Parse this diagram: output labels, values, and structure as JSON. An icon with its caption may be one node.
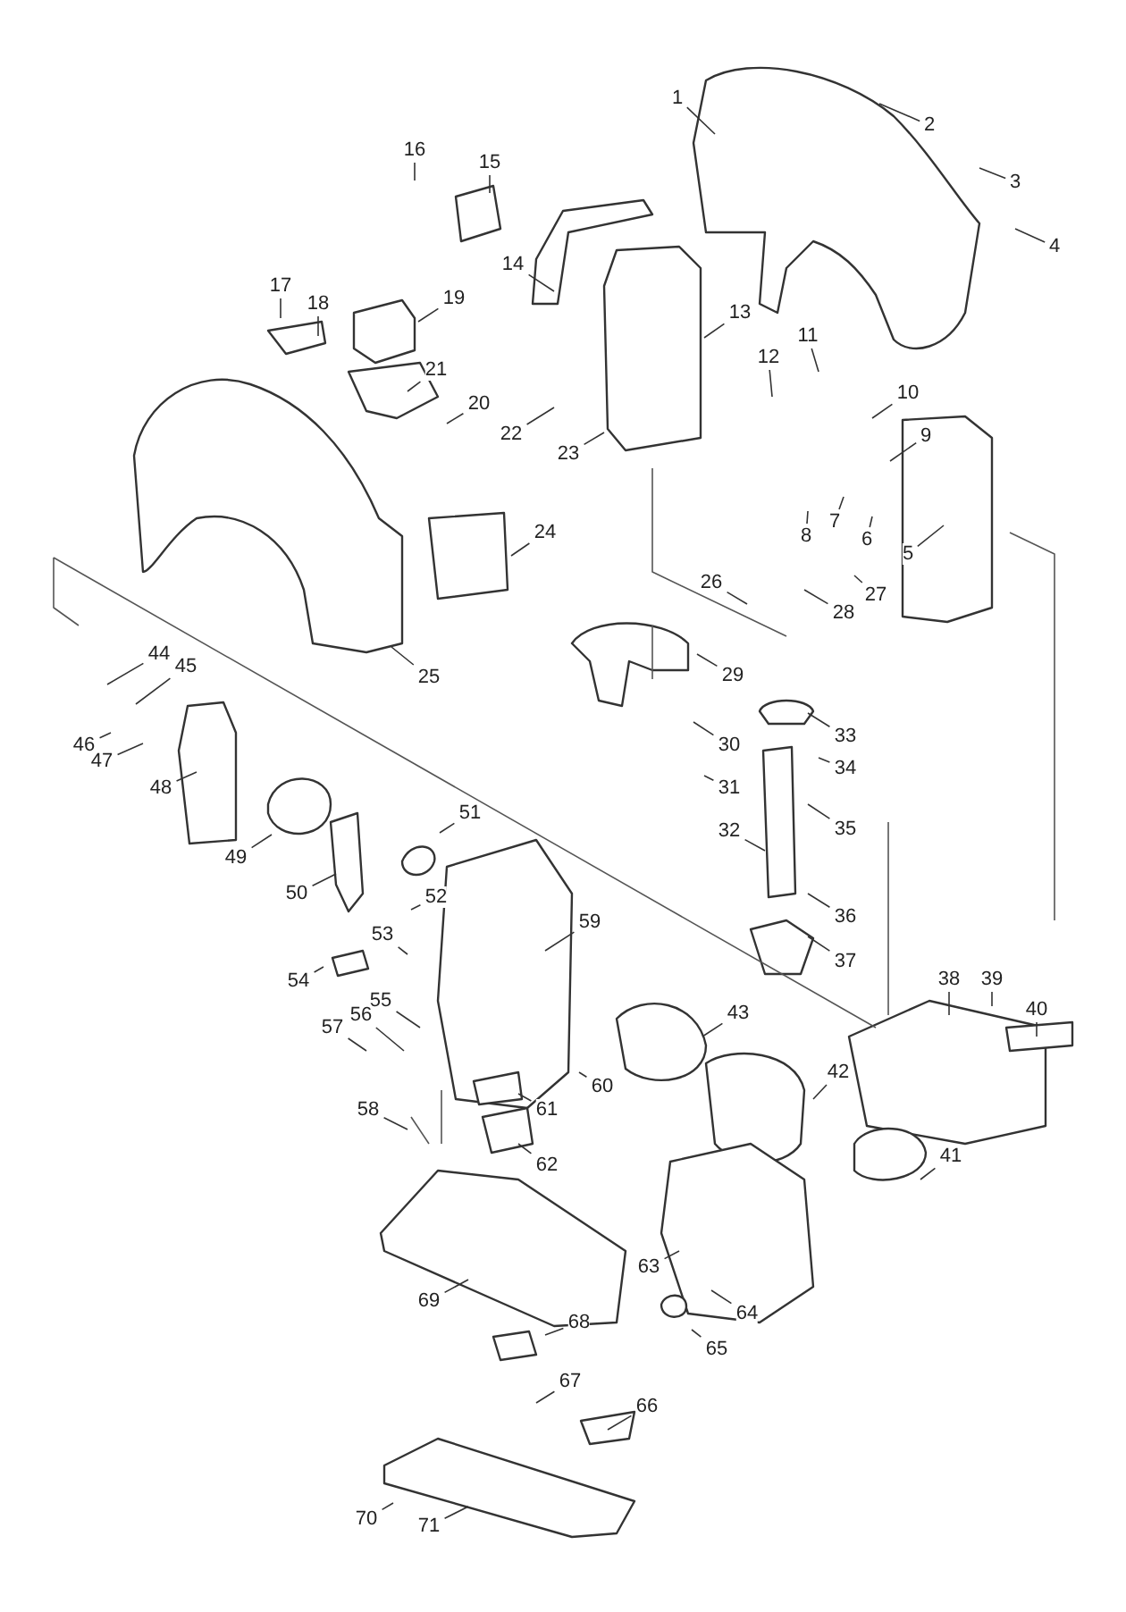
{
  "diagram": {
    "nodes": [
      {
        "text": [
          "1"
        ]
      },
      {
        "text": [
          "2"
        ]
      },
      {
        "text": [
          "3"
        ]
      },
      {
        "text": [
          "4"
        ]
      },
      {
        "text": [
          "5"
        ]
      },
      {
        "text": [
          "6"
        ]
      },
      {
        "text": [
          "7"
        ]
      },
      {
        "text": [
          "8"
        ]
      },
      {
        "text": [
          "9"
        ]
      },
      {
        "text": [
          "10"
        ]
      },
      {
        "text": [
          "11"
        ]
      },
      {
        "text": [
          "12"
        ]
      },
      {
        "text": [
          "13"
        ]
      },
      {
        "text": [
          "14"
        ]
      },
      {
        "text": [
          "15"
        ]
      },
      {
        "text": [
          "16"
        ]
      },
      {
        "text": [
          "17"
        ]
      },
      {
        "text": [
          "18"
        ]
      },
      {
        "text": [
          "19"
        ]
      },
      {
        "text": [
          "20"
        ]
      },
      {
        "text": [
          "21"
        ]
      },
      {
        "text": [
          "22"
        ]
      },
      {
        "text": [
          "23"
        ]
      },
      {
        "text": [
          "24"
        ]
      },
      {
        "text": [
          "25"
        ]
      },
      {
        "text": [
          "26"
        ]
      },
      {
        "text": [
          "27"
        ]
      },
      {
        "text": [
          "28"
        ]
      },
      {
        "text": [
          "29"
        ]
      },
      {
        "text": [
          "30"
        ]
      },
      {
        "text": [
          "31"
        ]
      },
      {
        "text": [
          "32"
        ]
      },
      {
        "text": [
          "33"
        ]
      },
      {
        "text": [
          "34"
        ]
      },
      {
        "text": [
          "35"
        ]
      },
      {
        "text": [
          "36"
        ]
      },
      {
        "text": [
          "37"
        ]
      },
      {
        "text": [
          "38"
        ]
      },
      {
        "text": [
          "39"
        ]
      },
      {
        "text": [
          "40"
        ]
      },
      {
        "text": [
          "41"
        ]
      },
      {
        "text": [
          "42"
        ]
      },
      {
        "text": [
          "43"
        ]
      },
      {
        "text": [
          "44"
        ]
      },
      {
        "text": [
          "45"
        ]
      },
      {
        "text": [
          "46"
        ]
      },
      {
        "text": [
          "47"
        ]
      },
      {
        "text": [
          "48"
        ]
      },
      {
        "text": [
          "49"
        ]
      },
      {
        "text": [
          "50"
        ]
      },
      {
        "text": [
          "51"
        ]
      },
      {
        "text": [
          "52"
        ]
      },
      {
        "text": [
          "53"
        ]
      },
      {
        "text": [
          "54"
        ]
      },
      {
        "text": [
          "55"
        ]
      },
      {
        "text": [
          "56"
        ]
      },
      {
        "text": [
          "57"
        ]
      },
      {
        "text": [
          "58"
        ]
      },
      {
        "text": [
          "59"
        ]
      },
      {
        "text": [
          "60"
        ]
      },
      {
        "text": [
          "61"
        ]
      },
      {
        "text": [
          "62"
        ]
      },
      {
        "text": [
          "63"
        ]
      },
      {
        "text": [
          "64"
        ]
      },
      {
        "text": [
          "65"
        ]
      },
      {
        "text": [
          "66"
        ]
      },
      {
        "text": [
          "67"
        ]
      },
      {
        "text": [
          "68"
        ]
      },
      {
        "text": [
          "69"
        ]
      },
      {
        "text": [
          "70"
        ]
      },
      {
        "text": [
          "71"
        ]
      }
    ],
    "edges": [
      {
        "from": 0,
        "to": null,
        "arrow": "none"
      },
      {
        "from": 1,
        "to": null,
        "arrow": "none"
      },
      {
        "from": 2,
        "to": null,
        "arrow": "none"
      },
      {
        "from": 3,
        "to": null,
        "arrow": "none"
      },
      {
        "from": 4,
        "to": null,
        "arrow": "none"
      },
      {
        "from": 5,
        "to": null,
        "arrow": "none"
      },
      {
        "from": 6,
        "to": null,
        "arrow": "none"
      },
      {
        "from": 7,
        "to": null,
        "arrow": "none"
      },
      {
        "from": 8,
        "to": null,
        "arrow": "none"
      },
      {
        "from": 9,
        "to": null,
        "arrow": "none"
      },
      {
        "from": 10,
        "to": null,
        "arrow": "none"
      },
      {
        "from": 11,
        "to": null,
        "arrow": "none"
      },
      {
        "from": 12,
        "to": null,
        "arrow": "none"
      },
      {
        "from": 13,
        "to": null,
        "arrow": "none"
      },
      {
        "from": 14,
        "to": null,
        "arrow": "none"
      },
      {
        "from": 15,
        "to": null,
        "arrow": "none"
      },
      {
        "from": 16,
        "to": null,
        "arrow": "none"
      },
      {
        "from": 17,
        "to": null,
        "arrow": "none"
      },
      {
        "from": 18,
        "to": null,
        "arrow": "none"
      },
      {
        "from": 19,
        "to": null,
        "arrow": "none"
      },
      {
        "from": 20,
        "to": null,
        "arrow": "none"
      },
      {
        "from": 21,
        "to": null,
        "arrow": "none"
      },
      {
        "from": 22,
        "to": null,
        "arrow": "none"
      },
      {
        "from": 23,
        "to": null,
        "arrow": "none"
      },
      {
        "from": 24,
        "to": null,
        "arrow": "none"
      },
      {
        "from": 25,
        "to": null,
        "arrow": "none"
      },
      {
        "from": 26,
        "to": null,
        "arrow": "none"
      },
      {
        "from": 27,
        "to": null,
        "arrow": "none"
      },
      {
        "from": 28,
        "to": null,
        "arrow": "none"
      },
      {
        "from": 29,
        "to": null,
        "arrow": "none"
      },
      {
        "from": 30,
        "to": null,
        "arrow": "none"
      },
      {
        "from": 31,
        "to": null,
        "arrow": "none"
      },
      {
        "from": 32,
        "to": null,
        "arrow": "none"
      },
      {
        "from": 33,
        "to": null,
        "arrow": "none"
      },
      {
        "from": 34,
        "to": null,
        "arrow": "none"
      },
      {
        "from": 35,
        "to": null,
        "arrow": "none"
      },
      {
        "from": 36,
        "to": null,
        "arrow": "none"
      },
      {
        "from": 37,
        "to": null,
        "arrow": "none"
      },
      {
        "from": 38,
        "to": null,
        "arrow": "none"
      },
      {
        "from": 39,
        "to": null,
        "arrow": "none"
      },
      {
        "from": 40,
        "to": null,
        "arrow": "none"
      },
      {
        "from": 41,
        "to": null,
        "arrow": "none"
      },
      {
        "from": 42,
        "to": null,
        "arrow": "none"
      },
      {
        "from": 43,
        "to": null,
        "arrow": "none"
      },
      {
        "from": 44,
        "to": null,
        "arrow": "none"
      },
      {
        "from": 45,
        "to": null,
        "arrow": "none"
      },
      {
        "from": 46,
        "to": null,
        "arrow": "none"
      },
      {
        "from": 47,
        "to": null,
        "arrow": "none"
      },
      {
        "from": 48,
        "to": null,
        "arrow": "none"
      },
      {
        "from": 49,
        "to": null,
        "arrow": "none"
      },
      {
        "from": 50,
        "to": null,
        "arrow": "none"
      },
      {
        "from": 51,
        "to": null,
        "arrow": "none"
      },
      {
        "from": 52,
        "to": null,
        "arrow": "none"
      },
      {
        "from": 53,
        "to": null,
        "arrow": "none"
      },
      {
        "from": 54,
        "to": null,
        "arrow": "none"
      },
      {
        "from": 55,
        "to": null,
        "arrow": "none"
      },
      {
        "from": 56,
        "to": null,
        "arrow": "none"
      },
      {
        "from": 57,
        "to": null,
        "arrow": "none"
      },
      {
        "from": 58,
        "to": null,
        "arrow": "none"
      },
      {
        "from": 59,
        "to": null,
        "arrow": "none"
      },
      {
        "from": 60,
        "to": null,
        "arrow": "none"
      },
      {
        "from": 61,
        "to": null,
        "arrow": "none"
      },
      {
        "from": 62,
        "to": null,
        "arrow": "none"
      },
      {
        "from": 63,
        "to": null,
        "arrow": "none"
      },
      {
        "from": 64,
        "to": null,
        "arrow": "none"
      },
      {
        "from": 65,
        "to": null,
        "arrow": "none"
      },
      {
        "from": 66,
        "to": null,
        "arrow": "none"
      },
      {
        "from": 67,
        "to": null,
        "arrow": "none"
      },
      {
        "from": 68,
        "to": null,
        "arrow": "none"
      },
      {
        "from": 69,
        "to": null,
        "arrow": "none"
      },
      {
        "from": 70,
        "to": null,
        "arrow": "none"
      }
    ]
  }
}
